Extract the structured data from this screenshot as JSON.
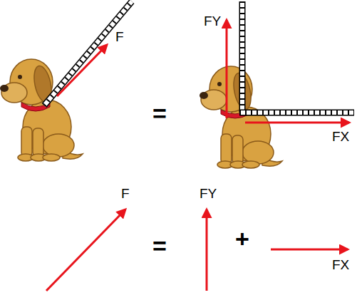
{
  "diagram": {
    "labels": [
      "F",
      "=",
      "FY",
      "FX",
      "F",
      "=",
      "FY",
      "+",
      "FX"
    ]
  }
}
